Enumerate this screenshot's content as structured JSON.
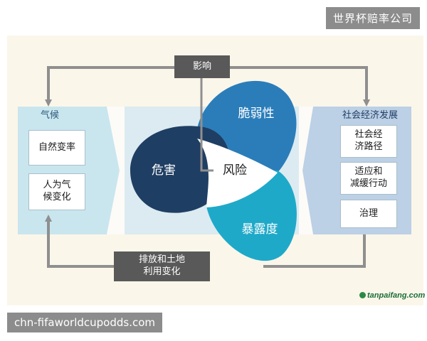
{
  "watermark_top": "世界杯赔率公司",
  "watermark_bottom": "chn-fifaworldcupodds.com",
  "logo_text": "tanpaifang.com",
  "influence_label": "影响",
  "emissions_label_line1": "排放和土地",
  "emissions_label_line2": "利用变化",
  "climate": {
    "title": "气候",
    "items": [
      {
        "line1": "自然变率",
        "line2": ""
      },
      {
        "line1": "人为气",
        "line2": "候变化"
      }
    ]
  },
  "socio": {
    "title": "社会经济发展",
    "items": [
      {
        "line1": "社会经",
        "line2": "济路径"
      },
      {
        "line1": "适应和",
        "line2": "减缓行动"
      },
      {
        "line1": "治理",
        "line2": ""
      }
    ]
  },
  "center": {
    "hazard": "危害",
    "vulnerability": "脆弱性",
    "exposure": "暴露度",
    "risk": "风险"
  },
  "colors": {
    "panel_bg": "#fbf6ea",
    "climate_band": "#c9e6ef",
    "socio_band": "#bcd0e6",
    "hazard": "#1f3e63",
    "vulnerability": "#2b7dba",
    "exposure": "#1fa9c9",
    "arrow": "#8f8f8f",
    "gray_box": "#595959"
  }
}
